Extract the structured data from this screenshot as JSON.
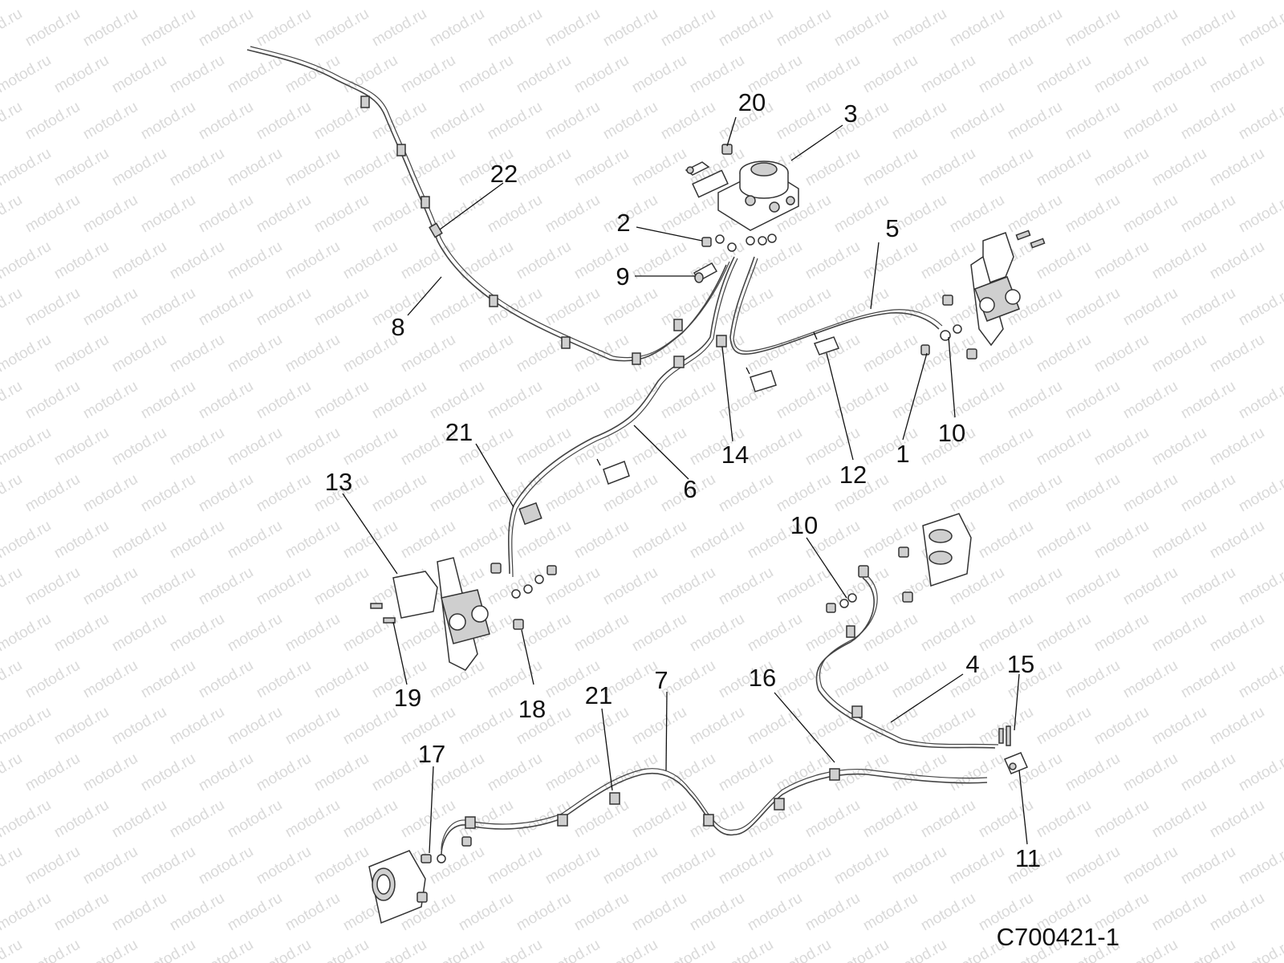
{
  "watermark": {
    "text": "motod.ru"
  },
  "drawing_code": "C700421-1",
  "callouts": [
    {
      "id": "c20",
      "label": "20"
    },
    {
      "id": "c3",
      "label": "3"
    },
    {
      "id": "c22",
      "label": "22"
    },
    {
      "id": "c2",
      "label": "2"
    },
    {
      "id": "c5",
      "label": "5"
    },
    {
      "id": "c9",
      "label": "9"
    },
    {
      "id": "c8",
      "label": "8"
    },
    {
      "id": "c21a",
      "label": "21"
    },
    {
      "id": "c14",
      "label": "14"
    },
    {
      "id": "c12",
      "label": "12"
    },
    {
      "id": "c1",
      "label": "1"
    },
    {
      "id": "c10a",
      "label": "10"
    },
    {
      "id": "c13",
      "label": "13"
    },
    {
      "id": "c6",
      "label": "6"
    },
    {
      "id": "c10b",
      "label": "10"
    },
    {
      "id": "c19",
      "label": "19"
    },
    {
      "id": "c18",
      "label": "18"
    },
    {
      "id": "c7",
      "label": "7"
    },
    {
      "id": "c21b",
      "label": "21"
    },
    {
      "id": "c16",
      "label": "16"
    },
    {
      "id": "c4",
      "label": "4"
    },
    {
      "id": "c15",
      "label": "15"
    },
    {
      "id": "c17",
      "label": "17"
    },
    {
      "id": "c11",
      "label": "11"
    }
  ]
}
